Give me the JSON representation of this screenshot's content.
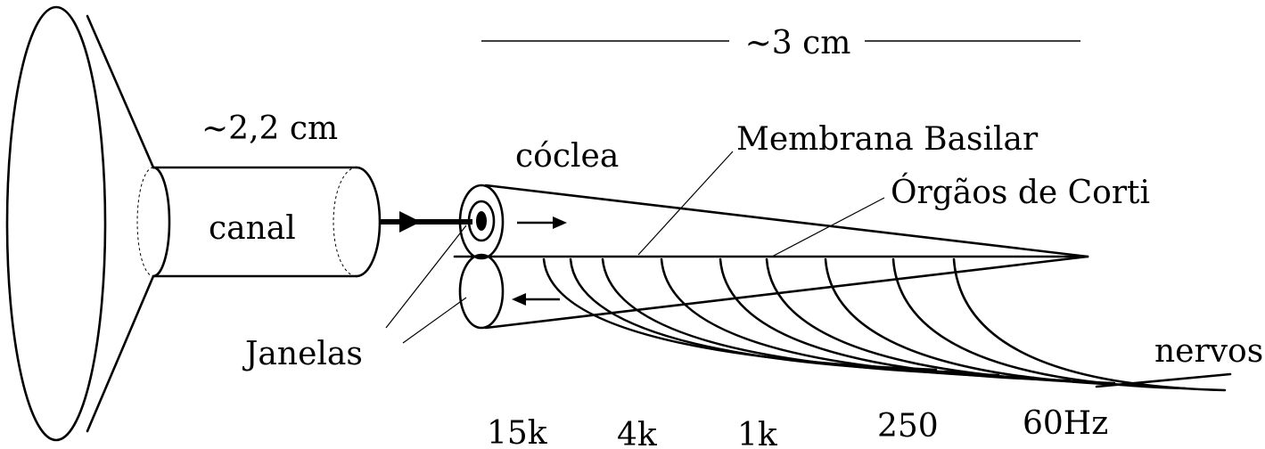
{
  "labels": {
    "length_total": "~3 cm",
    "length_canal": "~2,2 cm",
    "canal": "canal",
    "cochlea": "cóclea",
    "basilar_membrane": "Membrana Basilar",
    "organs_of_corti": "Órgãos de Corti",
    "windows": "Janelas",
    "nerves": "nervos"
  },
  "frequency_labels": [
    "15k",
    "4k",
    "1k",
    "250",
    "60Hz"
  ]
}
